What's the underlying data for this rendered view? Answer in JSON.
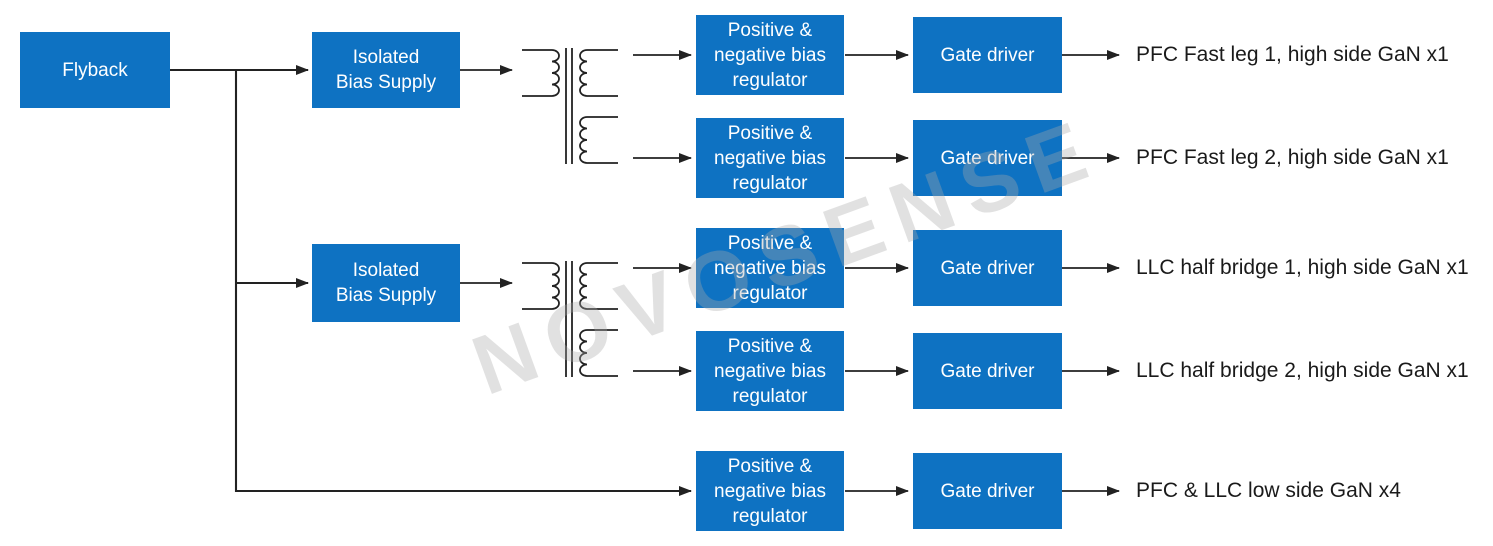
{
  "colors": {
    "block_fill": "#0e72c2",
    "block_text": "#ffffff",
    "wire": "#222222",
    "output_text": "#1a1a1a",
    "watermark_text": "rgba(168,168,168,0.35)"
  },
  "watermark": {
    "text": "NOVOSENSE"
  },
  "blocks": {
    "flyback": {
      "label": "Flyback"
    },
    "isolated_bias_supply": {
      "lines": [
        "Isolated",
        "Bias Supply"
      ]
    },
    "bias_regulator": {
      "lines": [
        "Positive &",
        "negative bias",
        "regulator"
      ]
    },
    "gate_driver": {
      "label": "Gate driver"
    }
  },
  "symbols": {
    "transformer_1": "isolation-transformer-two-secondaries",
    "transformer_2": "isolation-transformer-two-secondaries"
  },
  "rows": [
    {
      "output": "PFC Fast leg 1, high side GaN x1"
    },
    {
      "output": "PFC Fast leg 2, high side GaN x1"
    },
    {
      "output": "LLC half bridge 1, high side GaN x1"
    },
    {
      "output": "LLC half bridge 2, high side GaN x1"
    },
    {
      "output": "PFC & LLC low side GaN x4"
    }
  ]
}
